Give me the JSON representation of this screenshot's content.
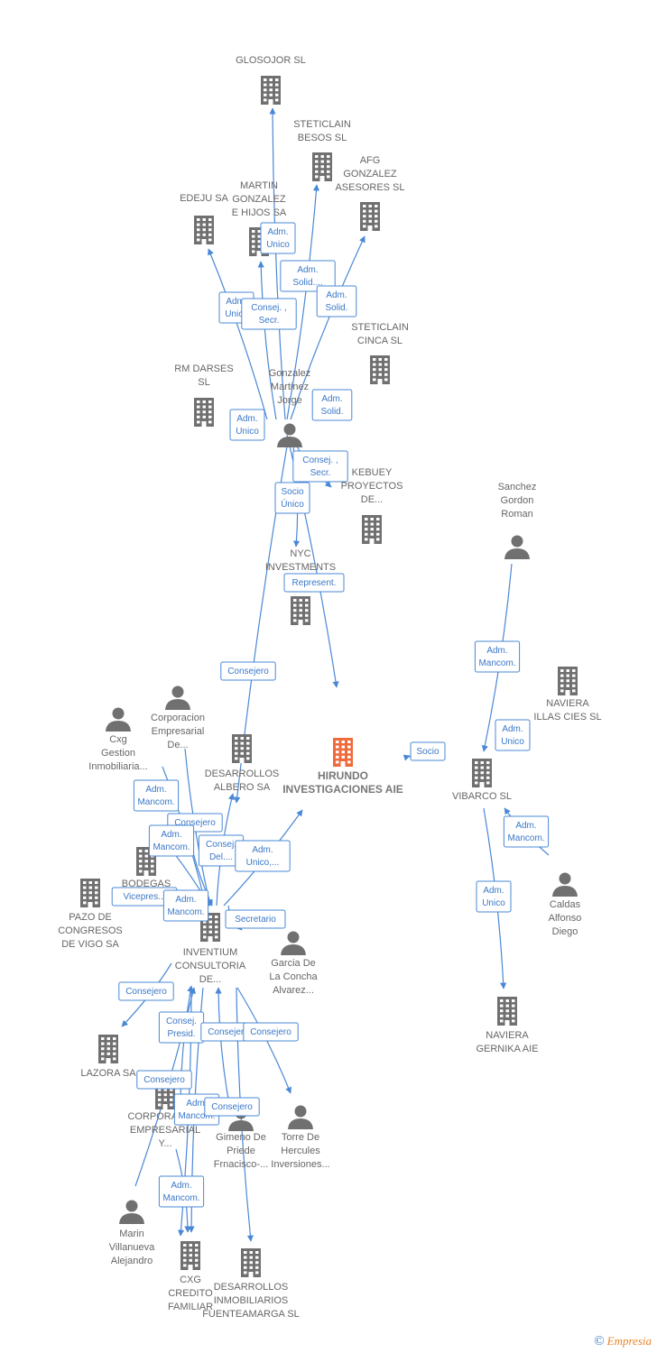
{
  "colors": {
    "building": "#707070",
    "main_building": "#ef6b3b",
    "person": "#707070",
    "edge": "#4a88d6"
  },
  "nodes": [
    {
      "id": "glosojor",
      "type": "company",
      "lines": [
        "GLOSOJOR  SL"
      ]
    },
    {
      "id": "steticlain_besos",
      "type": "company",
      "lines": [
        "STETICLAIN",
        "BESOS  SL"
      ]
    },
    {
      "id": "afg",
      "type": "company",
      "lines": [
        "AFG",
        "GONZALEZ",
        "ASESORES  SL"
      ]
    },
    {
      "id": "edeju",
      "type": "company",
      "lines": [
        "EDEJU SA"
      ]
    },
    {
      "id": "martin",
      "type": "company",
      "lines": [
        "MARTIN",
        "GONZALEZ",
        "E HIJOS SA"
      ]
    },
    {
      "id": "steticlain_cinca",
      "type": "company",
      "lines": [
        "STETICLAIN",
        "CINCA  SL"
      ]
    },
    {
      "id": "rm_darses",
      "type": "company",
      "lines": [
        "RM DARSES",
        "SL"
      ]
    },
    {
      "id": "gonzalez",
      "type": "person",
      "lines": [
        "Gonzalez",
        "Martinez",
        "Jorge"
      ]
    },
    {
      "id": "kebuey",
      "type": "company",
      "lines": [
        "KEBUEY",
        "PROYECTOS",
        "DE..."
      ]
    },
    {
      "id": "nyc",
      "type": "company",
      "lines": [
        "NYC",
        "INVESTMENTS"
      ]
    },
    {
      "id": "sanchez",
      "type": "person",
      "lines": [
        "Sanchez",
        "Gordon",
        "Roman"
      ]
    },
    {
      "id": "naviera_illas",
      "type": "company",
      "lines": [
        "NAVIERA",
        "ILLAS CIES  SL"
      ]
    },
    {
      "id": "hirundo",
      "type": "main",
      "lines": [
        "HIRUNDO",
        "INVESTIGACIONES AIE"
      ]
    },
    {
      "id": "vibarco",
      "type": "company",
      "lines": [
        "VIBARCO SL"
      ]
    },
    {
      "id": "corporacion_emp",
      "type": "person",
      "lines": [
        "Corporacion",
        "Empresarial",
        "De..."
      ]
    },
    {
      "id": "cxg_gestion",
      "type": "person",
      "lines": [
        "Cxg",
        "Gestion",
        "Inmobiliaria..."
      ]
    },
    {
      "id": "desarrollos_albero",
      "type": "company",
      "lines": [
        "DESARROLLOS",
        "ALBERO SA"
      ]
    },
    {
      "id": "bodegas",
      "type": "company",
      "lines": [
        "BODEGAS",
        "AC..."
      ]
    },
    {
      "id": "pazo",
      "type": "company",
      "lines": [
        "PAZO DE",
        "CONGRESOS",
        "DE VIGO SA"
      ]
    },
    {
      "id": "inventium",
      "type": "company",
      "lines": [
        "INVENTIUM",
        "CONSULTORIA",
        "DE..."
      ]
    },
    {
      "id": "garcia",
      "type": "person",
      "lines": [
        "Garcia De",
        "La Concha",
        "Alvarez..."
      ]
    },
    {
      "id": "caldas",
      "type": "person",
      "lines": [
        "Caldas",
        "Alfonso",
        "Diego"
      ]
    },
    {
      "id": "lazora",
      "type": "company",
      "lines": [
        "LAZORA SA"
      ]
    },
    {
      "id": "corporacion_y",
      "type": "company",
      "lines": [
        "CORPORACION",
        "EMPRESARIAL",
        "Y..."
      ]
    },
    {
      "id": "gimeno",
      "type": "person",
      "lines": [
        "Gimeno De",
        "Priede",
        "Frnacisco-..."
      ]
    },
    {
      "id": "torre",
      "type": "person",
      "lines": [
        "Torre De",
        "Hercules",
        "Inversiones..."
      ]
    },
    {
      "id": "naviera_gernika",
      "type": "company",
      "lines": [
        "NAVIERA",
        "GERNIKA  AIE"
      ]
    },
    {
      "id": "marin",
      "type": "person",
      "lines": [
        "Marin",
        "Villanueva",
        "Alejandro"
      ]
    },
    {
      "id": "cxg_credito",
      "type": "company",
      "lines": [
        "CXG",
        "CREDITO",
        "FAMILIAR"
      ]
    },
    {
      "id": "desarrollos_fuente",
      "type": "company",
      "lines": [
        "DESARROLLOS",
        "INMOBILIARIOS",
        "FUENTEAMARGA SL"
      ]
    }
  ],
  "edge_labels": [
    {
      "id": "l1",
      "lines": [
        "Adm.",
        "Unico"
      ]
    },
    {
      "id": "l2",
      "lines": [
        "Adm.",
        "Solid...."
      ]
    },
    {
      "id": "l3",
      "lines": [
        "Adm.",
        "Solid."
      ]
    },
    {
      "id": "l4",
      "lines": [
        "Adm.",
        "Unico"
      ]
    },
    {
      "id": "l5",
      "lines": [
        "Consej. ,",
        "Secr."
      ]
    },
    {
      "id": "l6",
      "lines": [
        "Adm.",
        "Solid."
      ]
    },
    {
      "id": "l7",
      "lines": [
        "Adm.",
        "Unico"
      ]
    },
    {
      "id": "l8",
      "lines": [
        "Consej. ,",
        "Secr."
      ]
    },
    {
      "id": "l9",
      "lines": [
        "Socio",
        "Único"
      ]
    },
    {
      "id": "l10",
      "lines": [
        "Represent."
      ]
    },
    {
      "id": "l11",
      "lines": [
        "Consejero"
      ]
    },
    {
      "id": "l12",
      "lines": [
        "Adm.",
        "Mancom."
      ]
    },
    {
      "id": "l13",
      "lines": [
        "Adm.",
        "Unico"
      ]
    },
    {
      "id": "l14",
      "lines": [
        "Socio"
      ]
    },
    {
      "id": "l15",
      "lines": [
        "Adm.",
        "Mancom."
      ]
    },
    {
      "id": "l16",
      "lines": [
        "Adm.",
        "Mancom."
      ]
    },
    {
      "id": "l17",
      "lines": [
        "Consejero"
      ]
    },
    {
      "id": "l18",
      "lines": [
        "Adm.",
        "Mancom."
      ]
    },
    {
      "id": "l19",
      "lines": [
        "Consej.",
        "Del...."
      ]
    },
    {
      "id": "l20",
      "lines": [
        "Adm.",
        "Unico,..."
      ]
    },
    {
      "id": "l21",
      "lines": [
        "Vicepres..."
      ]
    },
    {
      "id": "l22",
      "lines": [
        "Adm.",
        "Mancom."
      ]
    },
    {
      "id": "l23",
      "lines": [
        "Secretario"
      ]
    },
    {
      "id": "l24",
      "lines": [
        "Adm.",
        "Unico"
      ]
    },
    {
      "id": "l25",
      "lines": [
        "Consejero"
      ]
    },
    {
      "id": "l26",
      "lines": [
        "Consej.",
        "Presid."
      ]
    },
    {
      "id": "l27",
      "lines": [
        "Consejero"
      ]
    },
    {
      "id": "l28",
      "lines": [
        "Consejero"
      ]
    },
    {
      "id": "l29",
      "lines": [
        "Consejero"
      ]
    },
    {
      "id": "l30",
      "lines": [
        "Adm.",
        "Mancom."
      ]
    },
    {
      "id": "l31",
      "lines": [
        "Consejero"
      ]
    },
    {
      "id": "l32",
      "lines": [
        "Adm.",
        "Mancom."
      ]
    }
  ],
  "footer": {
    "copyright": "©",
    "brand": "Empresia"
  }
}
